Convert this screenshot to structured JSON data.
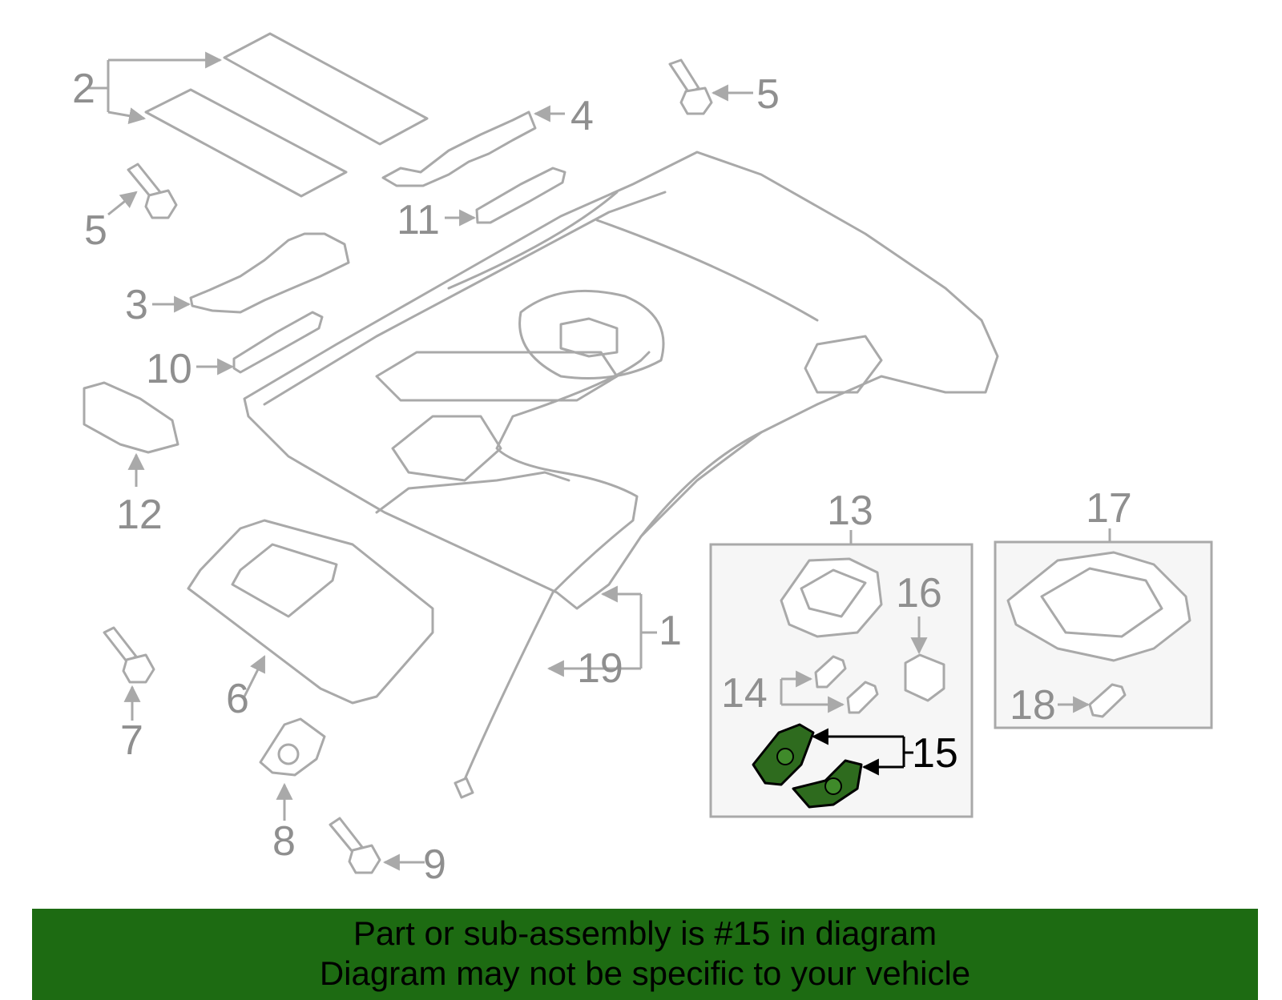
{
  "diagram": {
    "callouts": {
      "c1": "1",
      "c2": "2",
      "c3": "3",
      "c4": "4",
      "c5a": "5",
      "c5b": "5",
      "c6": "6",
      "c7": "7",
      "c8": "8",
      "c9": "9",
      "c10": "10",
      "c11": "11",
      "c12": "12",
      "c13": "13",
      "c14": "14",
      "c15": "15",
      "c16": "16",
      "c17": "17",
      "c18": "18",
      "c19": "19"
    },
    "highlighted_part": "15",
    "highlight_color": "#2e6b1e",
    "line_color": "#a9a9a9"
  },
  "banner": {
    "line1": "Part or sub-assembly is #15 in diagram",
    "line2": "Diagram may not be specific to your vehicle",
    "background": "#1d6b12"
  }
}
